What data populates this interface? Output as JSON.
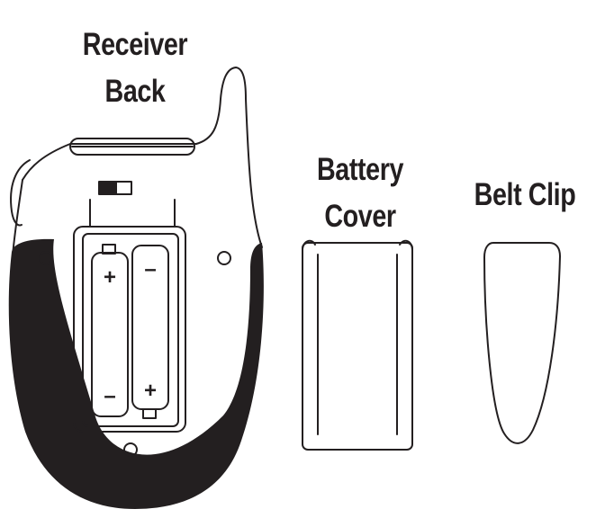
{
  "labels": {
    "receiver_back": [
      "Receiver",
      "Back"
    ],
    "battery_cover": [
      "Battery",
      "Cover"
    ],
    "belt_clip": [
      "Belt Clip"
    ]
  },
  "battery_signs": {
    "left_top": "+",
    "left_bottom": "–",
    "right_top": "–",
    "right_bottom": "+"
  },
  "colors": {
    "ink": "#231f20",
    "background": "#ffffff"
  }
}
